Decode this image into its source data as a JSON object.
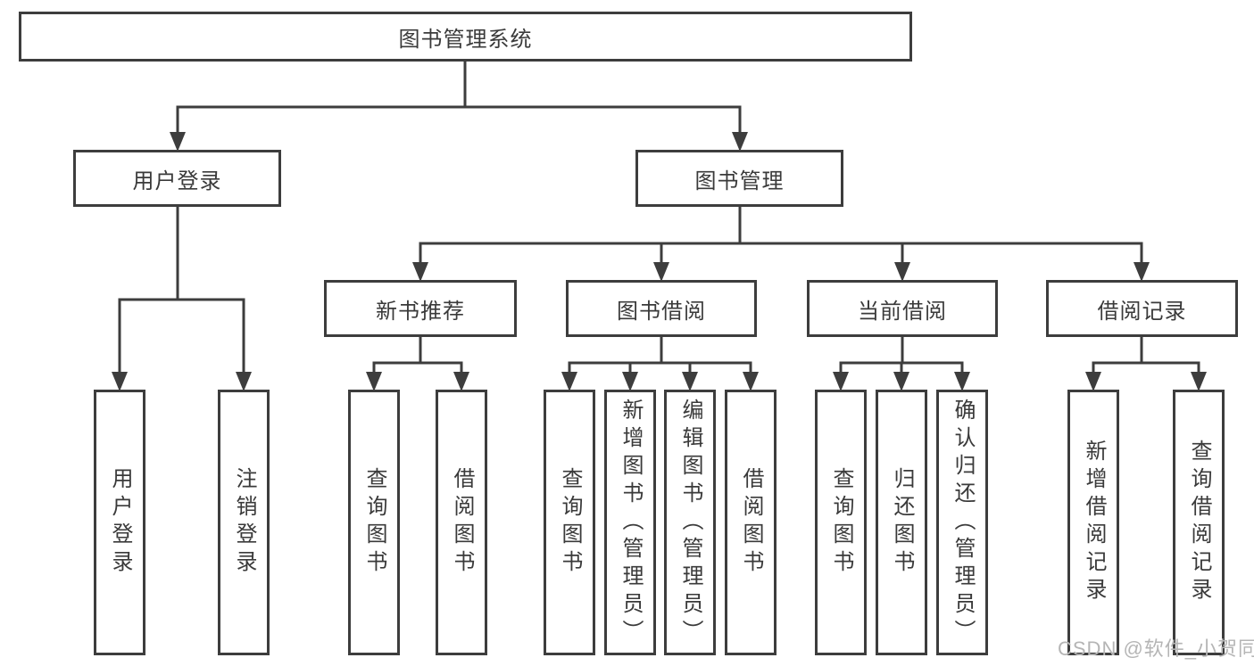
{
  "diagram": {
    "title": "图书管理系统",
    "root": {
      "label": "图书管理系统"
    },
    "branches": [
      {
        "label": "用户登录",
        "children": [
          {
            "label": "用户登录"
          },
          {
            "label": "注销登录"
          }
        ]
      },
      {
        "label": "图书管理",
        "children": [
          {
            "label": "新书推荐",
            "children": [
              {
                "label": "查询图书"
              },
              {
                "label": "借阅图书"
              }
            ]
          },
          {
            "label": "图书借阅",
            "children": [
              {
                "label": "查询图书"
              },
              {
                "label": "新增图书（管理员）"
              },
              {
                "label": "编辑图书（管理员）"
              },
              {
                "label": "借阅图书"
              }
            ]
          },
          {
            "label": "当前借阅",
            "children": [
              {
                "label": "查询图书"
              },
              {
                "label": "归还图书"
              },
              {
                "label": "确认归还（管理员）"
              }
            ]
          },
          {
            "label": "借阅记录",
            "children": [
              {
                "label": "新增借阅记录"
              },
              {
                "label": "查询借阅记录"
              }
            ]
          }
        ]
      }
    ],
    "colors": {
      "line": "#3d3d3d",
      "text": "#3a3a3a",
      "background": "#ffffff",
      "watermark": "#b5b5b5"
    },
    "watermark": "CSDN @软件_小贺同学"
  }
}
